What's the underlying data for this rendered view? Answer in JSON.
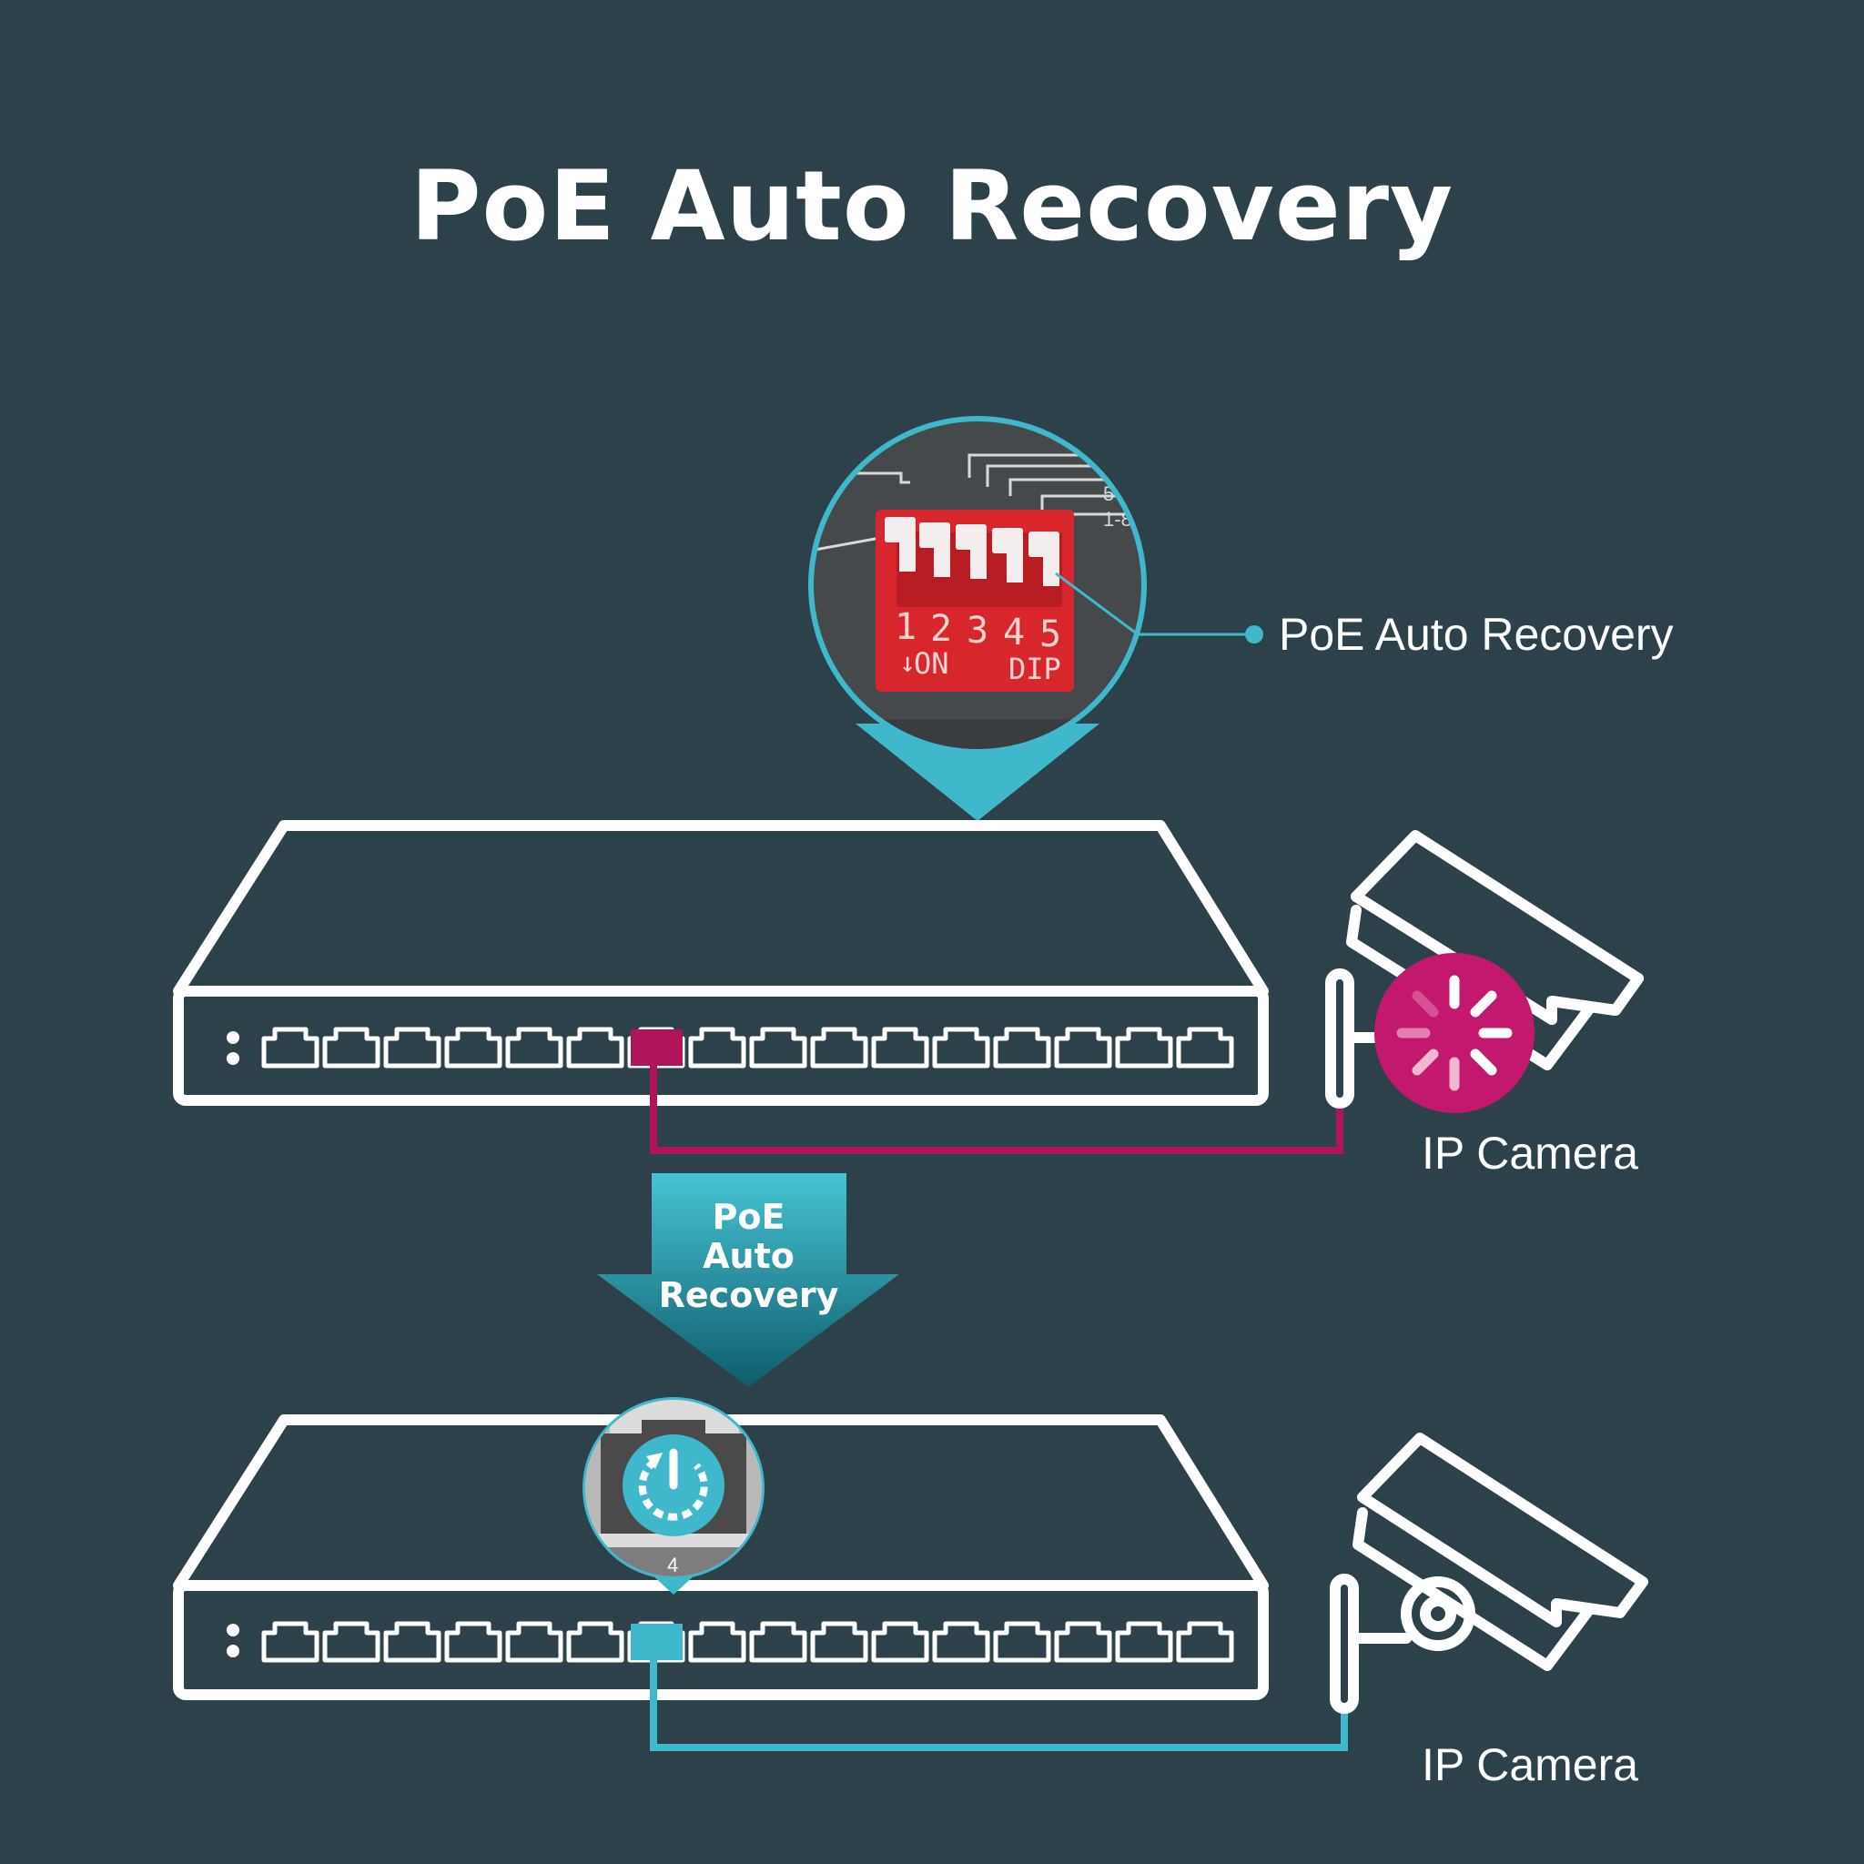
{
  "title": "PoE Auto Recovery",
  "callout": {
    "label": "PoE Auto Recovery"
  },
  "dip_switch": {
    "numbers": [
      "1",
      "2",
      "3",
      "4",
      "5"
    ],
    "on_label": "ON",
    "dip_label": "DIP"
  },
  "arrow": {
    "lines": [
      "PoE",
      "Auto",
      "Recovery"
    ]
  },
  "cameras": {
    "top_label": "IP Camera",
    "bottom_label": "IP Camera"
  },
  "zoom_port": {
    "number": "4"
  },
  "colors": {
    "background": "#2d414a",
    "accent_teal": "#3fb8cc",
    "accent_magenta": "#b0145a",
    "dip_red": "#d8262d",
    "outline": "#ffffff"
  },
  "icons": [
    "dip-switch-icon",
    "network-switch-icon",
    "ip-camera-icon",
    "loading-spinner-icon",
    "power-restart-icon"
  ]
}
